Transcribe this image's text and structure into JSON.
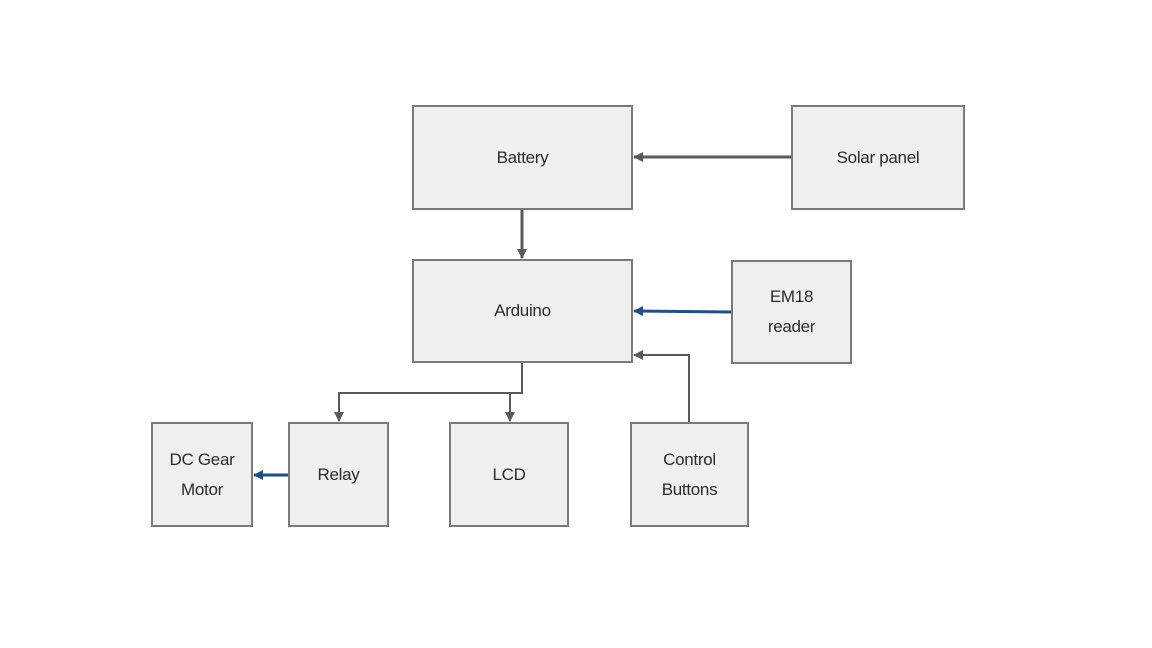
{
  "colors": {
    "block_fill": "#efefef",
    "block_border": "#7a7a7a",
    "arrow_gray": "#5a5a5a",
    "arrow_blue": "#1f4e8c"
  },
  "blocks": {
    "battery": "Battery",
    "solar_panel": "Solar panel",
    "arduino": "Arduino",
    "em18_line1": "EM18",
    "em18_line2": "reader",
    "dc_motor_line1": "DC Gear",
    "dc_motor_line2": "Motor",
    "relay": "Relay",
    "lcd": "LCD",
    "control_line1": "Control",
    "control_line2": "Buttons"
  },
  "connections": [
    {
      "from": "Solar panel",
      "to": "Battery",
      "color": "gray"
    },
    {
      "from": "Battery",
      "to": "Arduino",
      "color": "gray"
    },
    {
      "from": "EM18 reader",
      "to": "Arduino",
      "color": "blue"
    },
    {
      "from": "Control Buttons",
      "to": "Arduino",
      "color": "gray"
    },
    {
      "from": "Arduino",
      "to": "Relay",
      "color": "gray"
    },
    {
      "from": "Arduino",
      "to": "LCD",
      "color": "gray"
    },
    {
      "from": "Relay",
      "to": "DC Gear Motor",
      "color": "blue"
    }
  ]
}
